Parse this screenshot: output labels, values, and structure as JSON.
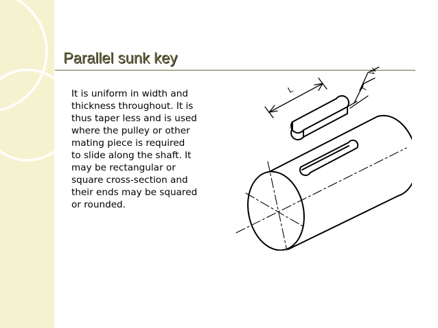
{
  "slide": {
    "title": "Parallel sunk key",
    "body": " It is uniform in  width and\nthickness throughout. It is\nthus taper less and is used\nwhere the pulley or other\nmating piece is required\nto slide along the shaft. It\nmay be rectangular or\nsquare cross-section and\ntheir ends may be squared\nor rounded."
  },
  "figure": {
    "dim_length": "L",
    "dim_width": "W",
    "dim_thickness": "T"
  },
  "colors": {
    "title": "#6a6a3c",
    "title_shadow": "#1e1e1e",
    "left_band": "#f5f2cf",
    "rule": "#6a6a3c"
  }
}
